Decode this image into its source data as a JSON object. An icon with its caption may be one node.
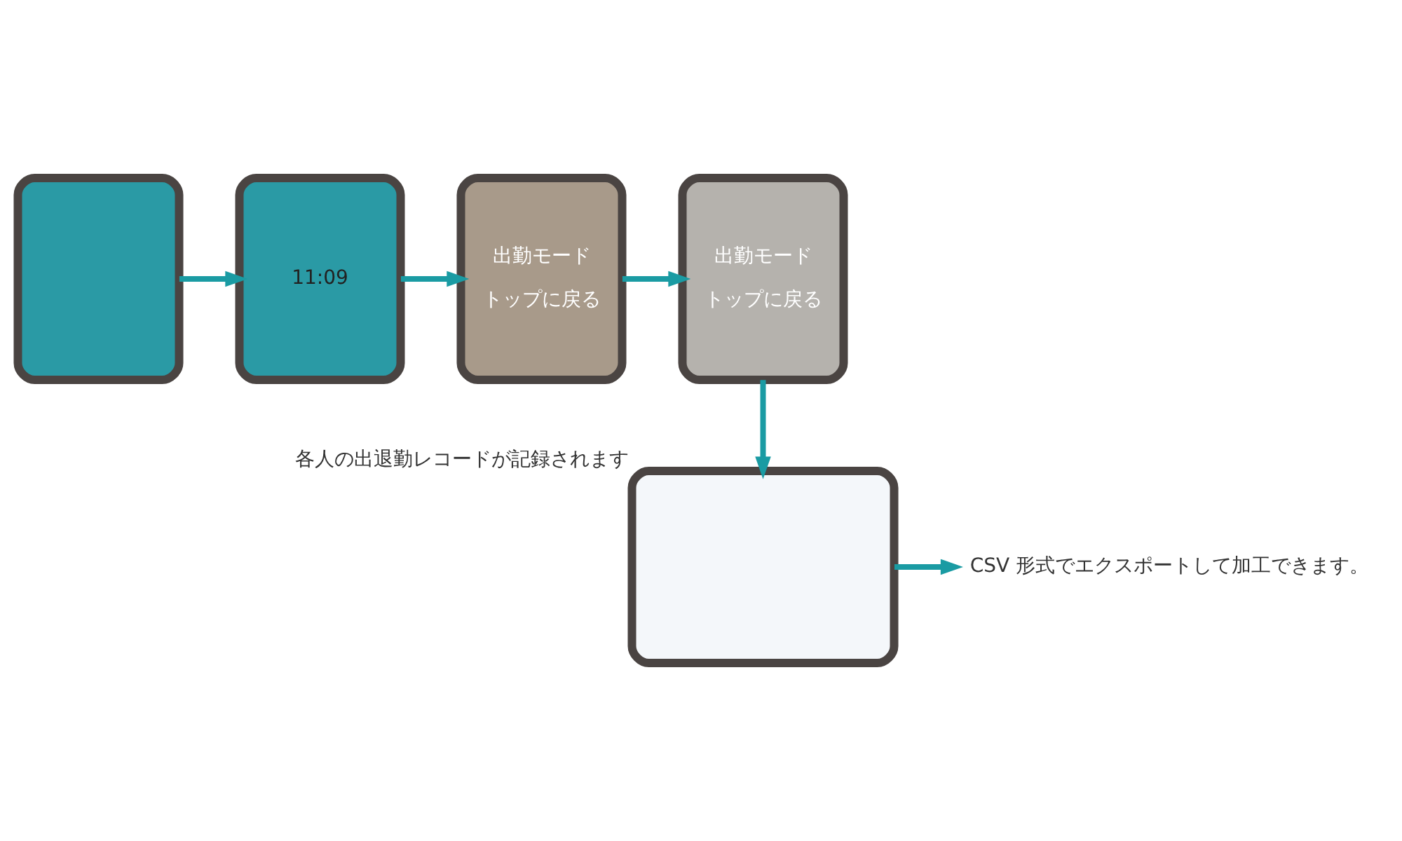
{
  "diagram": {
    "nodes": [
      {
        "text": [],
        "shape": "box"
      },
      {
        "text": [
          "11:09"
        ]
      },
      {
        "text": [
          "出勤モード",
          "トップに戻る"
        ]
      },
      {
        "text": [
          "出勤モード",
          "トップに戻る"
        ]
      },
      {
        "text": [],
        "shape": "box",
        "beside": [
          "各人の出退勤レコードが記録されます"
        ]
      },
      {
        "text": [
          "CSV 形式でエクスポートして加工できます。"
        ]
      }
    ],
    "edges": [
      {
        "from": 0,
        "to": 1,
        "arrow": "to"
      },
      {
        "from": 1,
        "to": 2,
        "arrow": "to"
      },
      {
        "from": 2,
        "to": 3,
        "arrow": "to"
      },
      {
        "from": 3,
        "to": 4,
        "arrow": "to"
      },
      {
        "from": 4,
        "to": 5,
        "arrow": "to"
      }
    ]
  }
}
